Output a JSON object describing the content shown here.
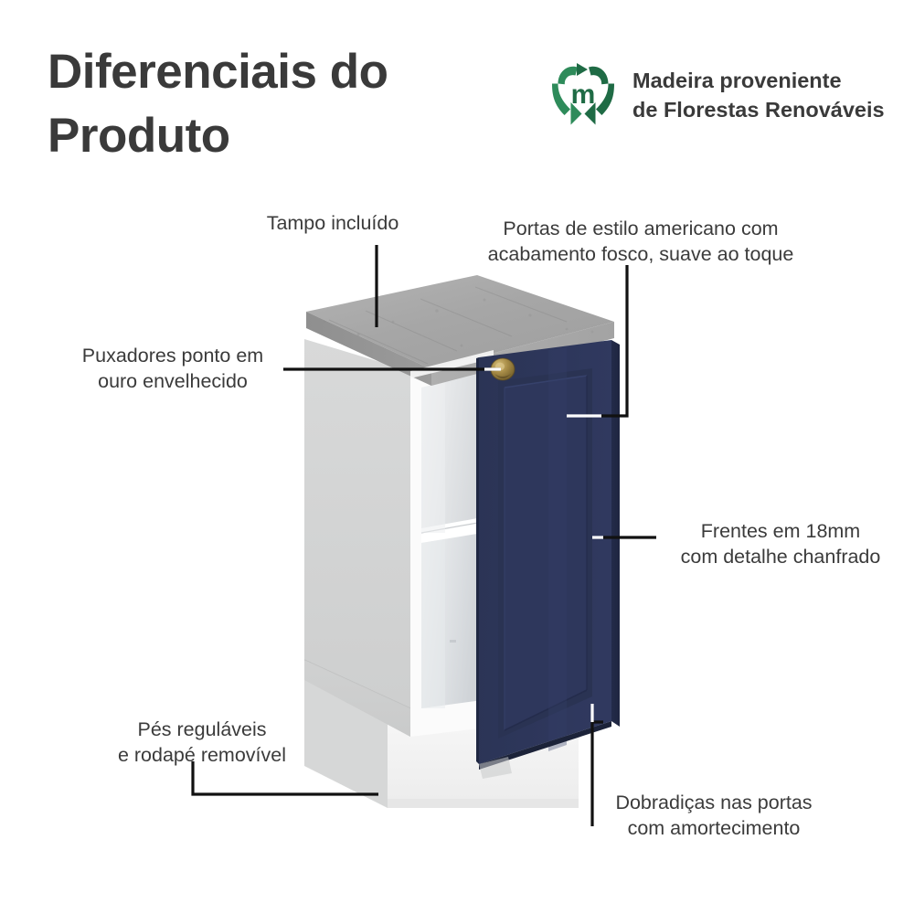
{
  "header": {
    "title": "Diferenciais do\nProduto",
    "eco_badge": {
      "logo_icon": "recycle-heart-logo-icon",
      "logo_letter": "m",
      "text": "Madeira proveniente\nde Florestas Renováveis",
      "color_dark_green": "#1F6B45",
      "color_mid_green": "#2E8B5A"
    }
  },
  "callouts": [
    {
      "id": "tampo",
      "text": "Tampo incluído"
    },
    {
      "id": "portas",
      "text": "Portas de estilo americano com\nacabamento fosco, suave ao toque"
    },
    {
      "id": "puxadores",
      "text": "Puxadores ponto em\nouro envelhecido"
    },
    {
      "id": "frentes",
      "text": "Frentes em 18mm\ncom detalhe chanfrado"
    },
    {
      "id": "pes",
      "text": "Pés reguláveis\ne rodapé removível"
    },
    {
      "id": "dobradicas",
      "text": "Dobradiças nas portas\ncom amortecimento"
    }
  ],
  "product": {
    "name": "base-cabinet",
    "door_style": "american-shaker",
    "colors": {
      "door_navy": "#2C3557",
      "door_navy_light": "#333D63",
      "door_navy_edge": "#232B49",
      "body_white": "#FFFFFF",
      "side_gray": "#D3D4D4",
      "countertop_top": "#A9A9A9",
      "countertop_edge": "#9B9B9B",
      "knob_gold": "#9C8140",
      "plinth_white": "#F2F2F2",
      "text_dark": "#3B3B3B"
    },
    "parts": [
      "countertop",
      "left-side-panel",
      "open-interior",
      "interior-shelf",
      "navy-door",
      "gold-knob",
      "plinth-base"
    ]
  },
  "page": {
    "background": "#FFFFFF"
  }
}
